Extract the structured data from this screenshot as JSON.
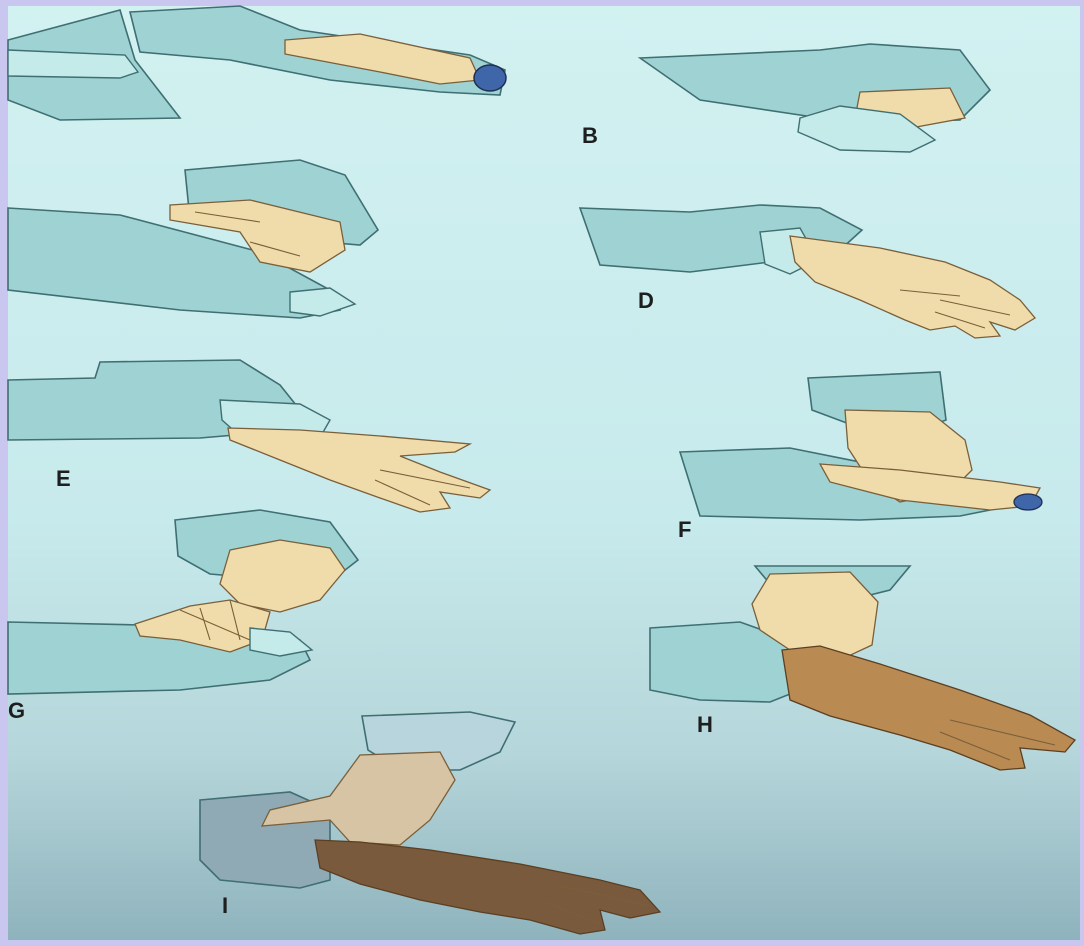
{
  "panels": [
    {
      "id": "A",
      "label": ""
    },
    {
      "id": "B",
      "label": "B"
    },
    {
      "id": "C",
      "label": ""
    },
    {
      "id": "D",
      "label": "D"
    },
    {
      "id": "E",
      "label": "E"
    },
    {
      "id": "F",
      "label": "F"
    },
    {
      "id": "G",
      "label": "G"
    },
    {
      "id": "H",
      "label": "H"
    },
    {
      "id": "I",
      "label": "I"
    }
  ],
  "colors": {
    "border": "#c9c6f0",
    "paper": "#cdeff0",
    "paper_bottom": "#a9c6cc",
    "sleeve": "#9fd3d3",
    "glove": "#f0dcaa",
    "glove_worn": "#b98a52"
  }
}
